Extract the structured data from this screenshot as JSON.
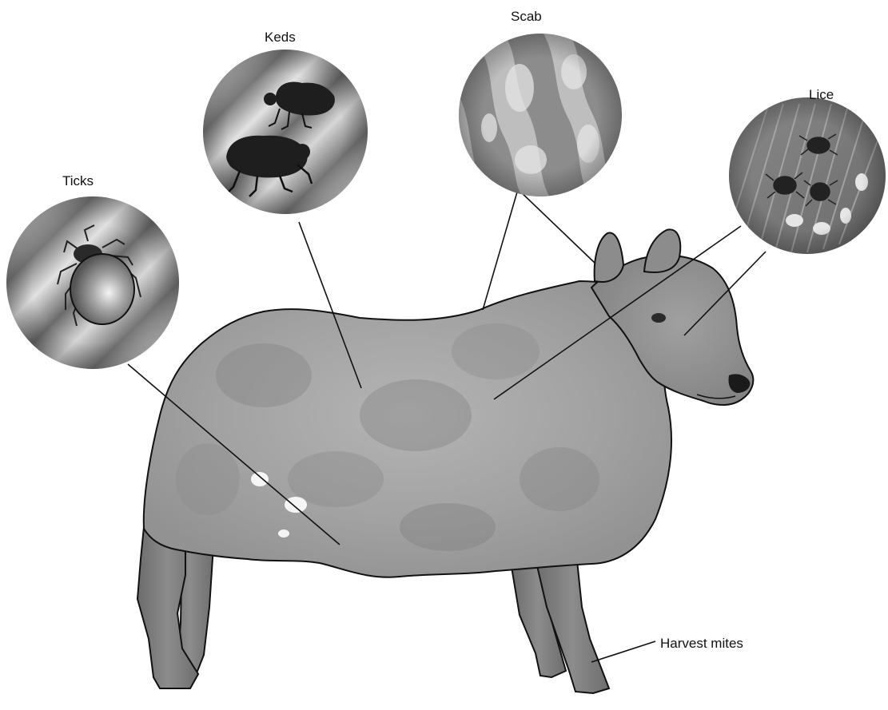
{
  "labels": {
    "ticks": "Ticks",
    "keds": "Keds",
    "scab": "Scab",
    "lice": "Lice",
    "harvest_mites": "Harvest mites"
  },
  "colors": {
    "fleece": "#a3a3a3",
    "face": "#8e8e8e",
    "legs": "#7c7c7c",
    "outline": "#111111",
    "background": "#ffffff"
  }
}
